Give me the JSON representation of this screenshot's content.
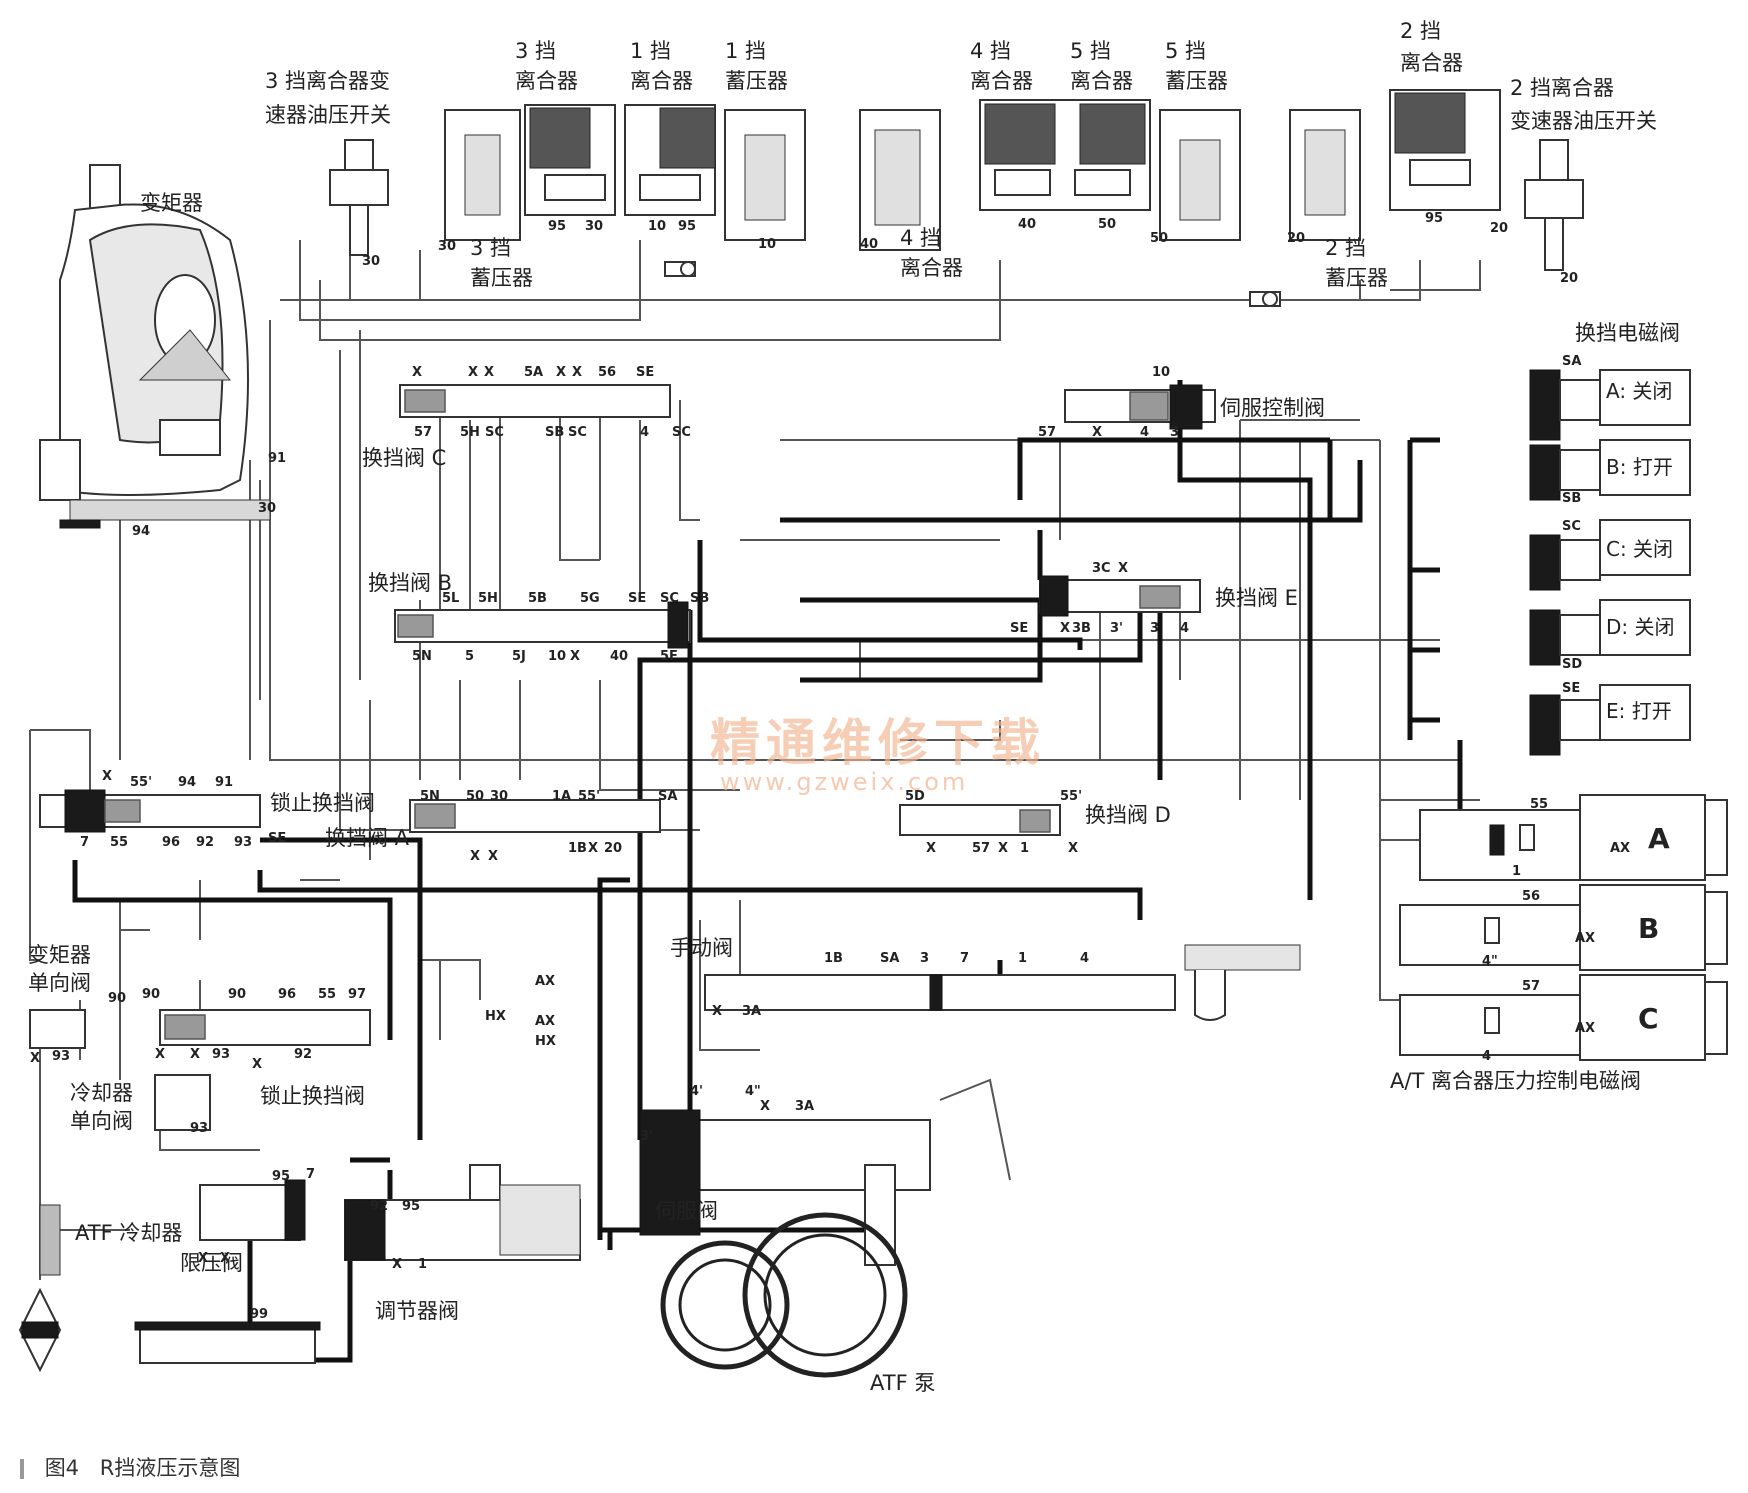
{
  "labels": {
    "torque_converter": "变矩器",
    "sw3": "3 挡离合器变",
    "sw3b": "速器油压开关",
    "c3_1": "3 挡",
    "c3_2": "离合器",
    "c1_1": "1 挡",
    "c1_2": "离合器",
    "a1_1": "1 挡",
    "a1_2": "蓄压器",
    "a3_1": "3 挡",
    "a3_2": "蓄压器",
    "c4_1": "4 挡",
    "c4_2": "离合器",
    "c4b_1": "4 挡",
    "c4b_2": "离合器",
    "c5_1": "5 挡",
    "c5_2": "离合器",
    "a5_1": "5 挡",
    "a5_2": "蓄压器",
    "c2_1": "2 挡",
    "c2_2": "离合器",
    "a2_1": "2 挡",
    "a2_2": "蓄压器",
    "sw2": "2 挡离合器",
    "sw2b": "变速器油压开关",
    "shift_solenoids": "换挡电磁阀",
    "servo_control_valve": "伺服控制阀",
    "shift_valve_c": "换挡阀 C",
    "shift_valve_b": "换挡阀 B",
    "shift_valve_e": "换挡阀 E",
    "lockup_shift_valve_top": "锁止换挡阀",
    "shift_valve_a": "换挡阀 A",
    "shift_valve_d": "换挡阀 D",
    "tc_check_1": "变矩器",
    "tc_check_2": "单向阀",
    "cooler_check_1": "冷却器",
    "cooler_check_2": "单向阀",
    "lockup_shift_valve": "锁止换挡阀",
    "manual_valve": "手动阀",
    "servo_valve": "伺服阀",
    "atf_cooler": "ATF 冷却器",
    "relief_valve": "限压阀",
    "regulator_valve": "调节器阀",
    "atf_pump": "ATF 泵",
    "at_clutch_pressure_solenoids": "A/T 离合器压力控制电磁阀"
  },
  "solenoids": [
    {
      "id": "A",
      "state": "A: 关闭",
      "port": "SA"
    },
    {
      "id": "B",
      "state": "B: 打开",
      "port": "SB"
    },
    {
      "id": "C",
      "state": "C: 关闭",
      "port": "SC"
    },
    {
      "id": "D",
      "state": "D: 关闭",
      "port": "SD"
    },
    {
      "id": "E",
      "state": "E: 打开",
      "port": "SE"
    }
  ],
  "pressure_solenoids": [
    {
      "id": "A",
      "port": "55",
      "out": "1"
    },
    {
      "id": "B",
      "port": "56",
      "out": "4\""
    },
    {
      "id": "C",
      "port": "57",
      "out": "4"
    }
  ],
  "ports": {
    "p30": "30",
    "p95": "95",
    "p10": "10",
    "p40": "40",
    "p50": "50",
    "p20": "20",
    "p91": "91",
    "p94": "94",
    "p55p": "55'",
    "p7": "7",
    "p55": "55",
    "p96": "96",
    "p92": "92",
    "p93": "93",
    "pSE": "SE",
    "p90": "90",
    "p97": "97",
    "p99": "99",
    "p1": "1",
    "p3": "3",
    "p4": "4",
    "p57": "57",
    "pSA": "SA",
    "pSB": "SB",
    "pSC": "SC",
    "pSD": "SD",
    "p5A": "5A",
    "p56": "56",
    "p5H": "5H",
    "p5B": "5B",
    "p5G": "5G",
    "p5L": "5L",
    "p5N": "5N",
    "p5": "5",
    "p5J": "5J",
    "p5F": "5F",
    "p3C": "3C",
    "p3B": "3B",
    "p3p": "3'",
    "p1A": "1A",
    "p1B": "1B",
    "p5D": "5D",
    "p3A": "3A",
    "p4p": "4'",
    "p4pp": "4\"",
    "pX": "X",
    "pAX": "AX",
    "pHX": "HX"
  },
  "watermark": {
    "cn": "精通维修下载",
    "url": "www.gzweix.com"
  },
  "caption": {
    "fig": "图4",
    "title": "R挡液压示意图"
  }
}
